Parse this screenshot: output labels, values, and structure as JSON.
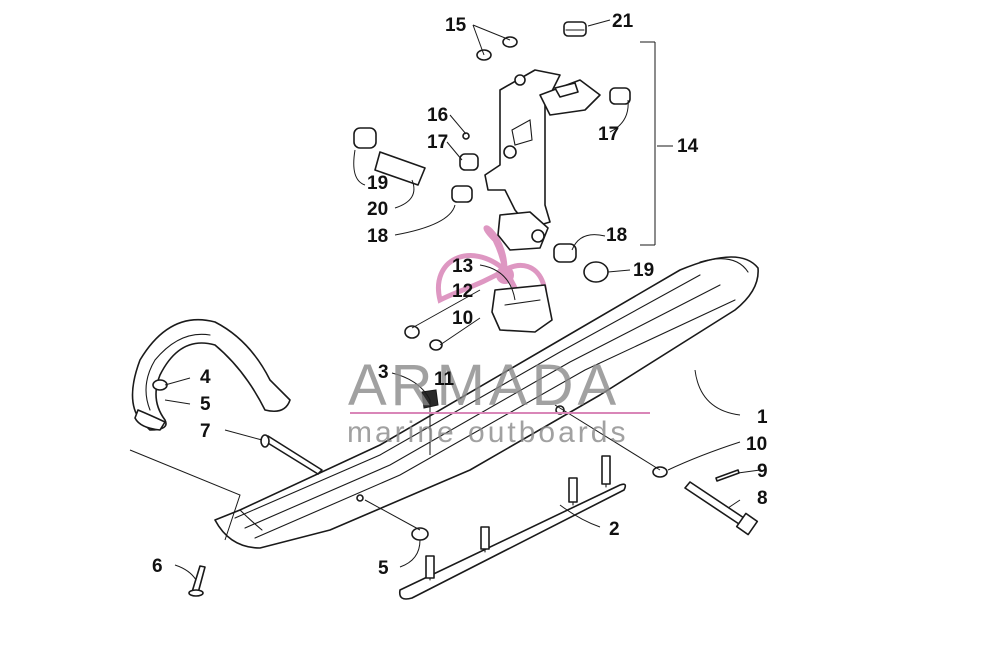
{
  "callouts": [
    {
      "id": "c15",
      "number": "15"
    },
    {
      "id": "c21",
      "number": "21"
    },
    {
      "id": "c16",
      "number": "16"
    },
    {
      "id": "c17a",
      "number": "17"
    },
    {
      "id": "c17b",
      "number": "17"
    },
    {
      "id": "c14",
      "number": "14"
    },
    {
      "id": "c19a",
      "number": "19"
    },
    {
      "id": "c20",
      "number": "20"
    },
    {
      "id": "c18a",
      "number": "18"
    },
    {
      "id": "c18b",
      "number": "18"
    },
    {
      "id": "c19b",
      "number": "19"
    },
    {
      "id": "c13",
      "number": "13"
    },
    {
      "id": "c12",
      "number": "12"
    },
    {
      "id": "c10a",
      "number": "10"
    },
    {
      "id": "c3",
      "number": "3"
    },
    {
      "id": "c11",
      "number": "11"
    },
    {
      "id": "c4",
      "number": "4"
    },
    {
      "id": "c5a",
      "number": "5"
    },
    {
      "id": "c7",
      "number": "7"
    },
    {
      "id": "c1",
      "number": "1"
    },
    {
      "id": "c10b",
      "number": "10"
    },
    {
      "id": "c9",
      "number": "9"
    },
    {
      "id": "c8",
      "number": "8"
    },
    {
      "id": "c2",
      "number": "2"
    },
    {
      "id": "c6",
      "number": "6"
    },
    {
      "id": "c5b",
      "number": "5"
    }
  ],
  "watermark": {
    "title": "ARMADA",
    "subtitle": "marine outboards",
    "title_color": "#8a8a8a",
    "subtitle_color": "#8a8a8a",
    "accent_color": "#d986b8"
  }
}
